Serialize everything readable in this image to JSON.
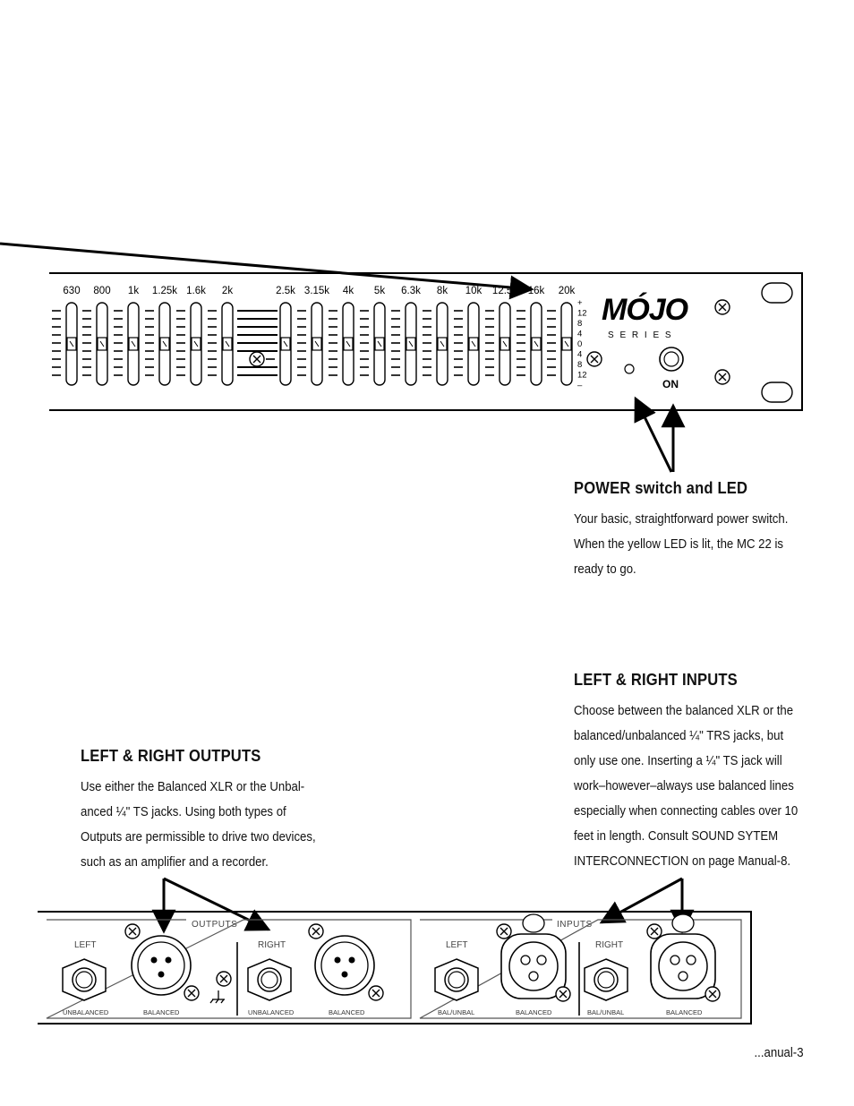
{
  "front_panel": {
    "freq_labels": [
      "630",
      "800",
      "1k",
      "1.25k",
      "1.6k",
      "2k",
      "2.5k",
      "3.15k",
      "4k",
      "5k",
      "6.3k",
      "8k",
      "10k",
      "12.5k",
      "16k",
      "20k"
    ],
    "scale": [
      "+",
      "12",
      "8",
      "4",
      "0",
      "4",
      "8",
      "12",
      "–"
    ],
    "logo": "MÓJO",
    "logo_sub": "S E R I E S",
    "on_label": "ON"
  },
  "power": {
    "title": "POWER switch and LED",
    "lines": [
      "Your basic, straightforward power switch.",
      "When the yellow LED is lit, the MC 22 is",
      "ready to go."
    ]
  },
  "inputs": {
    "title": "LEFT & RIGHT INPUTS",
    "lines": [
      "Choose between the balanced XLR or the",
      "balanced/unbalanced ¼\" TRS jacks, but",
      "only use one. Inserting a ¼\" TS jack will",
      "work–however–always use balanced  lines",
      "especially  when connecting cables over 10",
      "feet in length. Consult SOUND SYTEM",
      "INTERCONNECTION on page Manual-8."
    ]
  },
  "outputs": {
    "title": "LEFT & RIGHT OUTPUTS",
    "lines": [
      "Use either the Balanced XLR or the Unbal-",
      "anced ¼\" TS jacks. Using both types of",
      "Outputs are permissible to drive two devices,",
      "such as an amplifier and a recorder."
    ]
  },
  "rear_panel": {
    "outputs_label": "OUTPUTS",
    "inputs_label": "INPUTS",
    "left": "LEFT",
    "right": "RIGHT",
    "unbalanced": "UNBALANCED",
    "balanced": "BALANCED",
    "bal_unbal": "BAL/UNBAL"
  },
  "footer": "...anual-3"
}
